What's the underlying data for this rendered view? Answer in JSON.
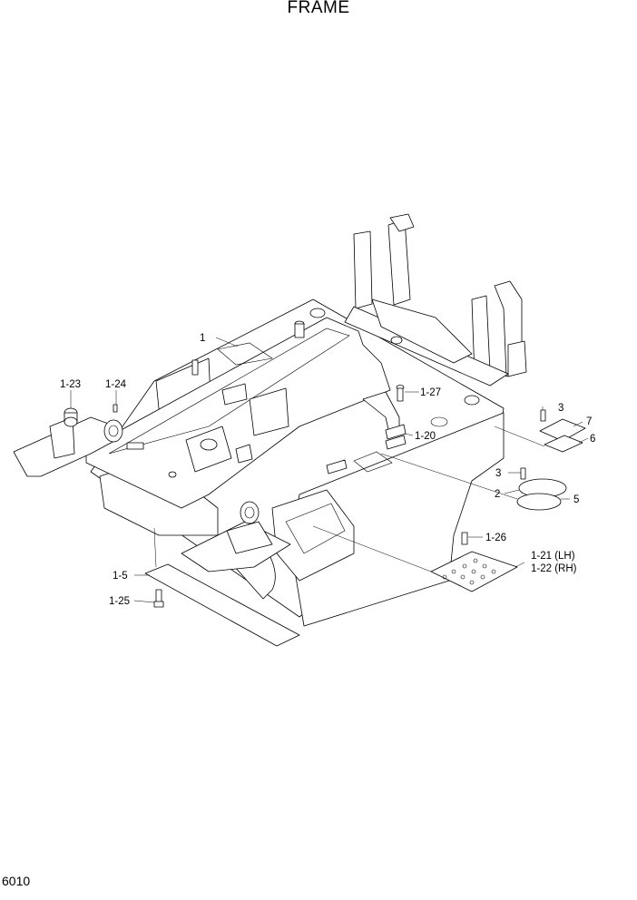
{
  "title": "FRAME",
  "page_number": "6010",
  "callouts": {
    "p1": "1",
    "p1_23": "1-23",
    "p1_24": "1-24",
    "p1_27": "1-27",
    "p1_20": "1-20",
    "p3a": "3",
    "p7": "7",
    "p6": "6",
    "p3b": "3",
    "p2": "2",
    "p5": "5",
    "p1_26": "1-26",
    "p1_21": "1-21 (LH)",
    "p1_22": "1-22 (RH)",
    "p1_5": "1-5",
    "p1_25": "1-25"
  }
}
